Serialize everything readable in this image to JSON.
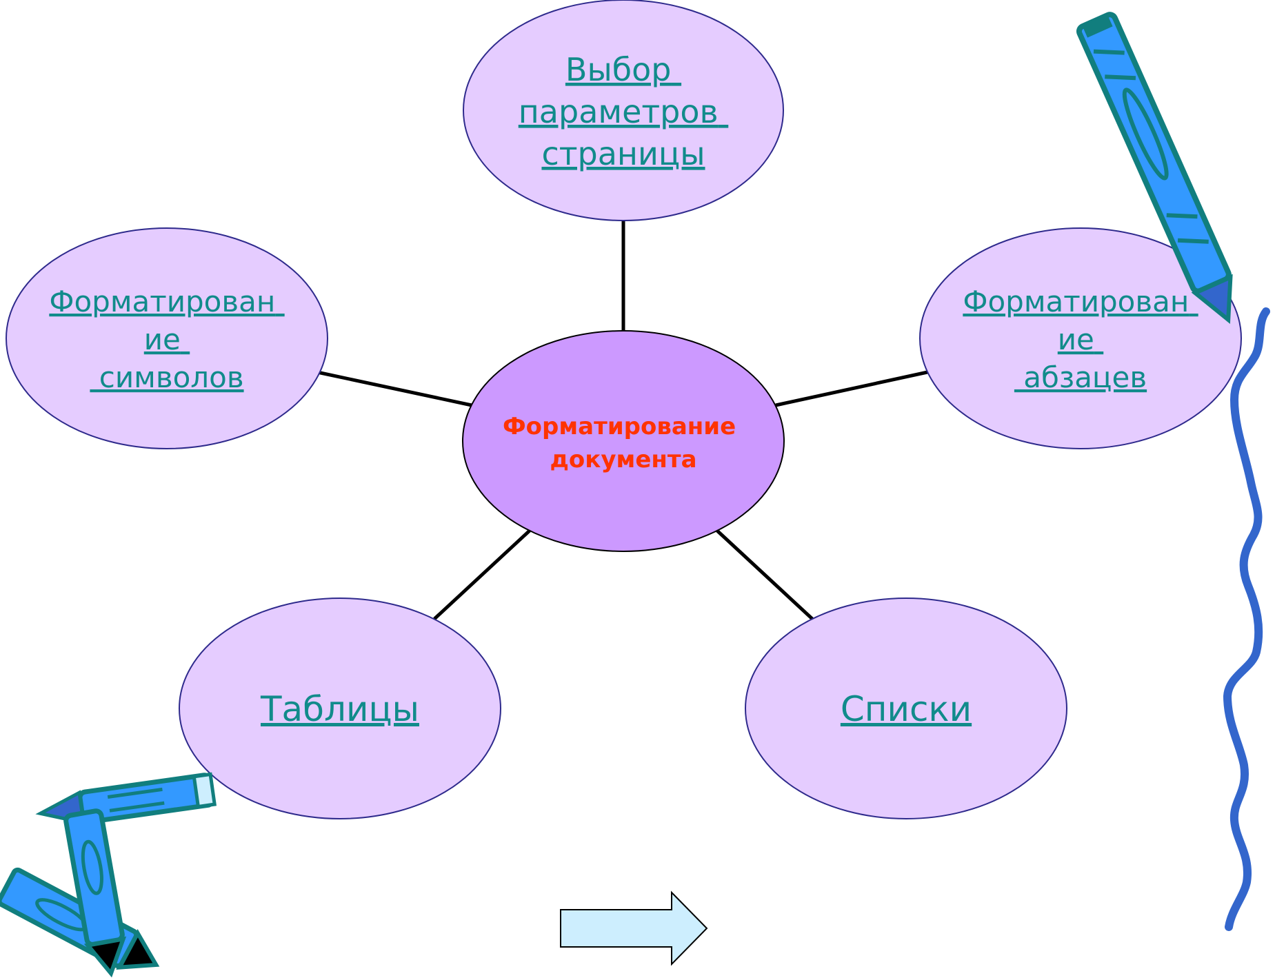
{
  "diagram": {
    "center": {
      "line1": "Форматирование",
      "line2": "документа"
    },
    "nodes": {
      "page_setup": {
        "line1": "Выбор",
        "line2": "параметров",
        "line3": "страницы"
      },
      "char_format": {
        "line1": "Форматирован",
        "line2": "ие",
        "line3": " символов"
      },
      "para_format": {
        "line1": "Форматирован",
        "line2": "ие",
        "line3": " абзацев"
      },
      "tables": {
        "label": "Таблицы"
      },
      "lists": {
        "label": "Списки"
      }
    }
  },
  "colors": {
    "center_fill": "#cc99ff",
    "node_fill": "#e5ccff",
    "node_stroke": "#2e2a8c",
    "link_text": "#118b8b",
    "center_text": "#ff3300",
    "arrow_fill": "#cdeefe"
  },
  "icons": {
    "decorations": [
      "crayon-icon",
      "crossed-crayons-icon",
      "squiggle-line-icon"
    ],
    "navigation": "next-arrow-icon"
  }
}
